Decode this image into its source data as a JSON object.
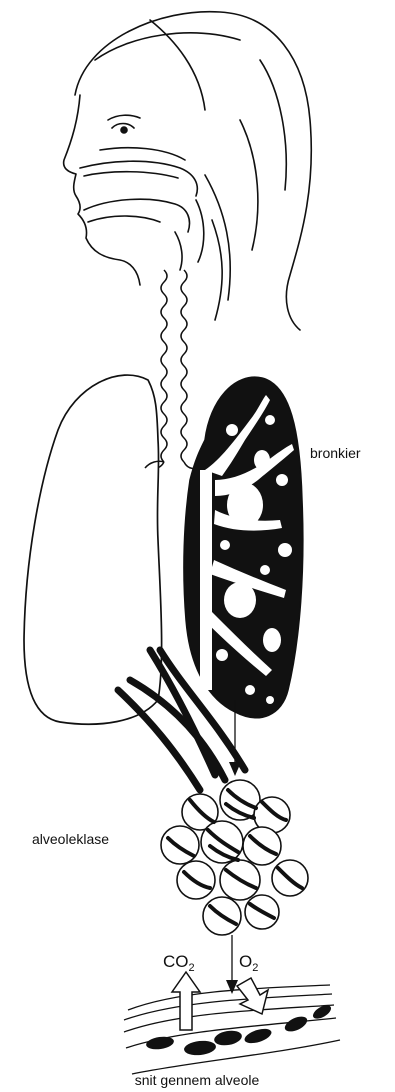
{
  "labels": {
    "bronchi": "bronkier",
    "alveolar_cluster": "alveoleklase",
    "co2_main": "CO",
    "co2_sub": "2",
    "o2_main": "O",
    "o2_sub": "2",
    "caption": "snit gennem alveole"
  }
}
